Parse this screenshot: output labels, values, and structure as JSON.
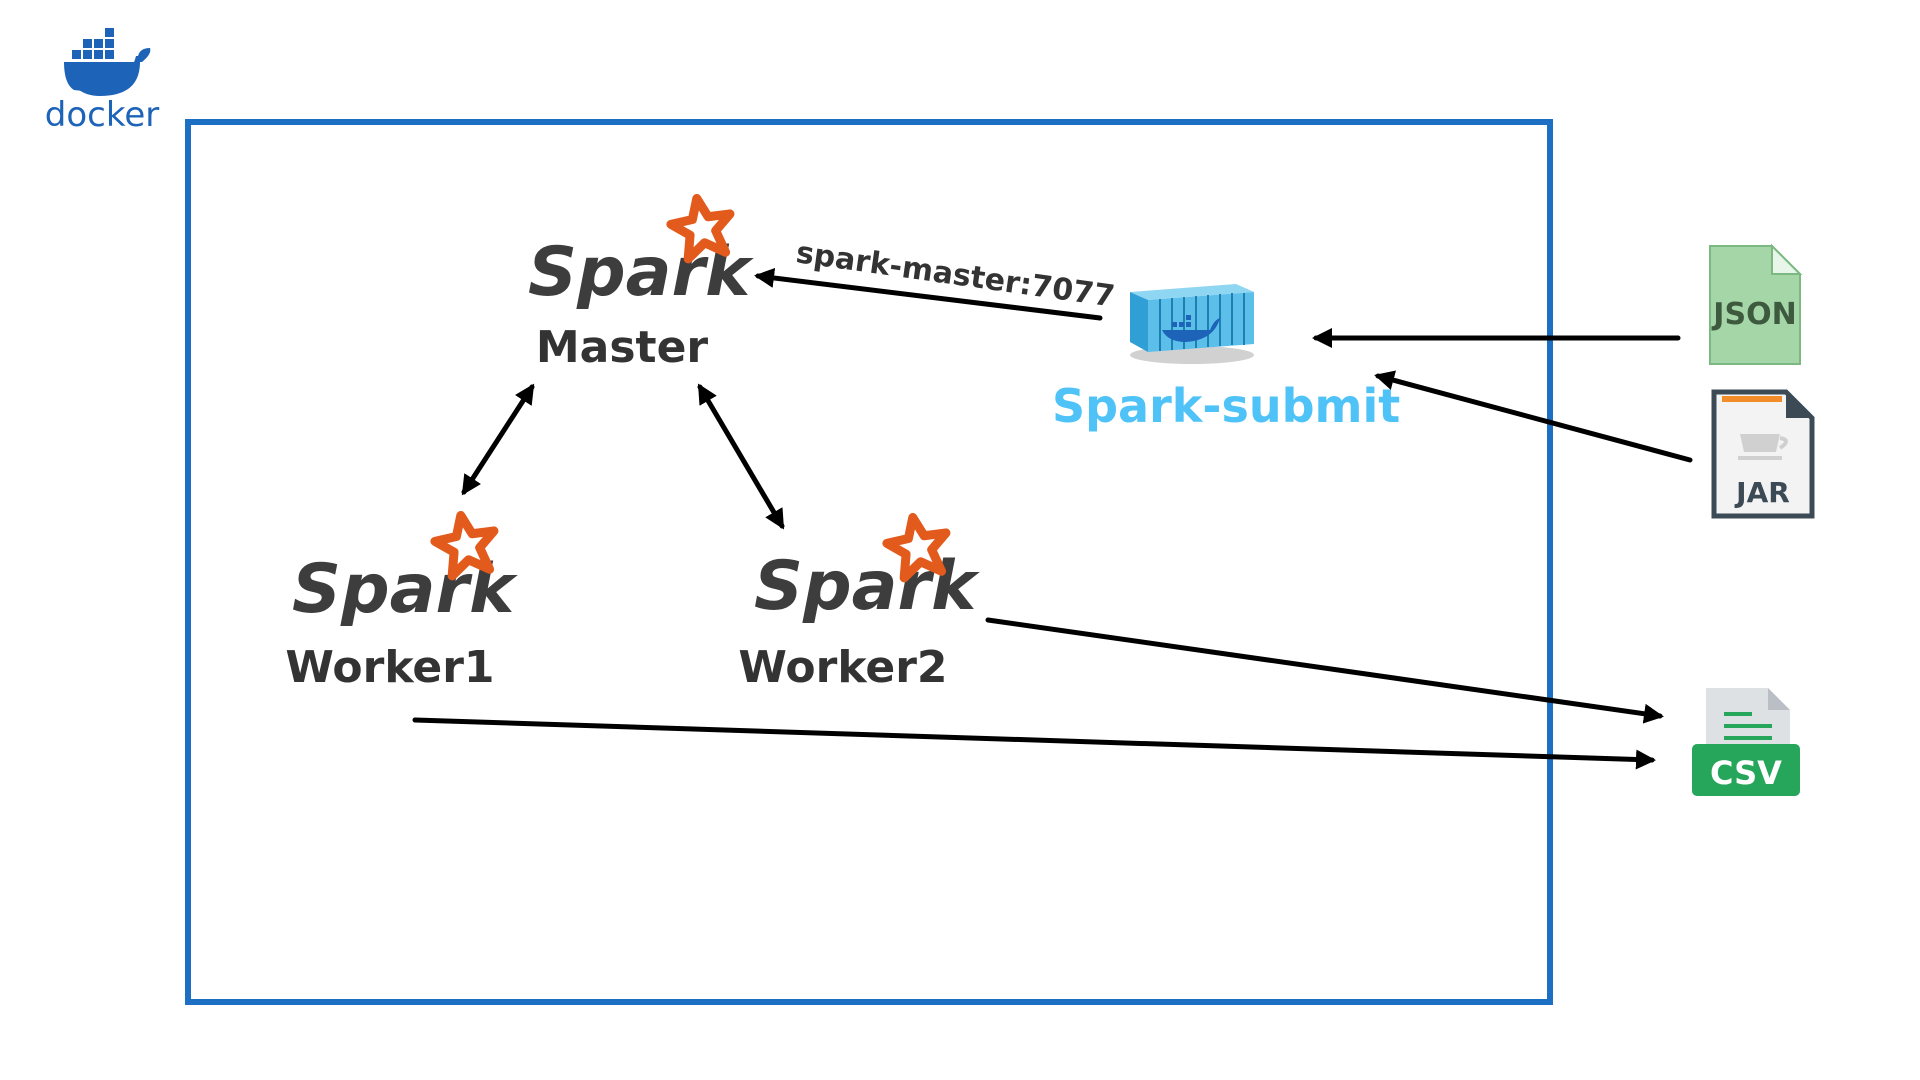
{
  "docker": {
    "label": "docker",
    "color": "#1d63b8",
    "icon": "docker-whale-icon"
  },
  "cluster": {
    "border_color": "#1d6fc4"
  },
  "master": {
    "logo_text": "Spark",
    "label": "Master"
  },
  "worker1": {
    "logo_text": "Spark",
    "label": "Worker1"
  },
  "worker2": {
    "logo_text": "Spark",
    "label": "Worker2"
  },
  "submit": {
    "label": "Spark-submit",
    "color": "#4fc3f7",
    "icon": "docker-container-icon"
  },
  "connection": {
    "label": "spark-master:7077"
  },
  "files": {
    "json": {
      "label": "JSON",
      "icon": "json-file-icon",
      "color": "#a5d6a7"
    },
    "jar": {
      "label": "JAR",
      "icon": "jar-file-icon",
      "accent": "#f28c28"
    },
    "csv": {
      "label": "CSV",
      "icon": "csv-file-icon",
      "color": "#26a65b"
    }
  },
  "colors": {
    "spark_star": "#e25a1c",
    "text_dark": "#333333",
    "arrow": "#000000"
  }
}
